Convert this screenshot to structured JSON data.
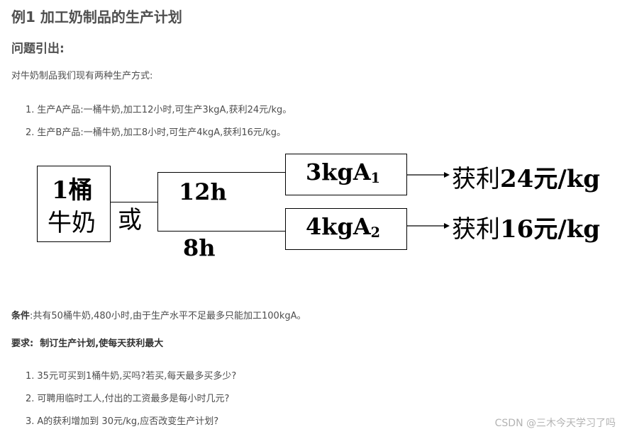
{
  "title": "例1 加工奶制品的生产计划",
  "subtitle": "问题引出:",
  "intro": "对牛奶制品我们现有两种生产方式:",
  "methods": [
    "生产A产品:一桶牛奶,加工12小时,可生产3kgA,获利24元/kg。",
    "生产B产品:一桶牛奶,加工8小时,可生产4kgA,获利16元/kg。"
  ],
  "diagram": {
    "source_line1": "1桶",
    "source_line2": "牛奶",
    "or": "或",
    "hours_top": "12h",
    "hours_bottom": "8h",
    "product_a": "3kgA",
    "product_a_sub": "1",
    "product_b": "4kgA",
    "product_b_sub": "2",
    "profit_a_cn": "获利",
    "profit_a_value": "24",
    "profit_a_unit": "元/kg",
    "profit_b_cn": "获利",
    "profit_b_value": "16",
    "profit_b_unit": "元/kg"
  },
  "condition_label": "条件",
  "condition_text": ":共有50桶牛奶,480小时,由于生产水平不足最多只能加工100kgA。",
  "requirement_label": "要求:",
  "requirement_text": "  制订生产计划,使每天获利最大",
  "questions": [
    "35元可买到1桶牛奶,买吗?若买,每天最多买多少?",
    "可聘用临时工人,付出的工资最多是每小时几元?",
    "A的获利增加到 30元/kg,应否改变生产计划?"
  ],
  "watermark": "CSDN @三木今天学习了吗"
}
